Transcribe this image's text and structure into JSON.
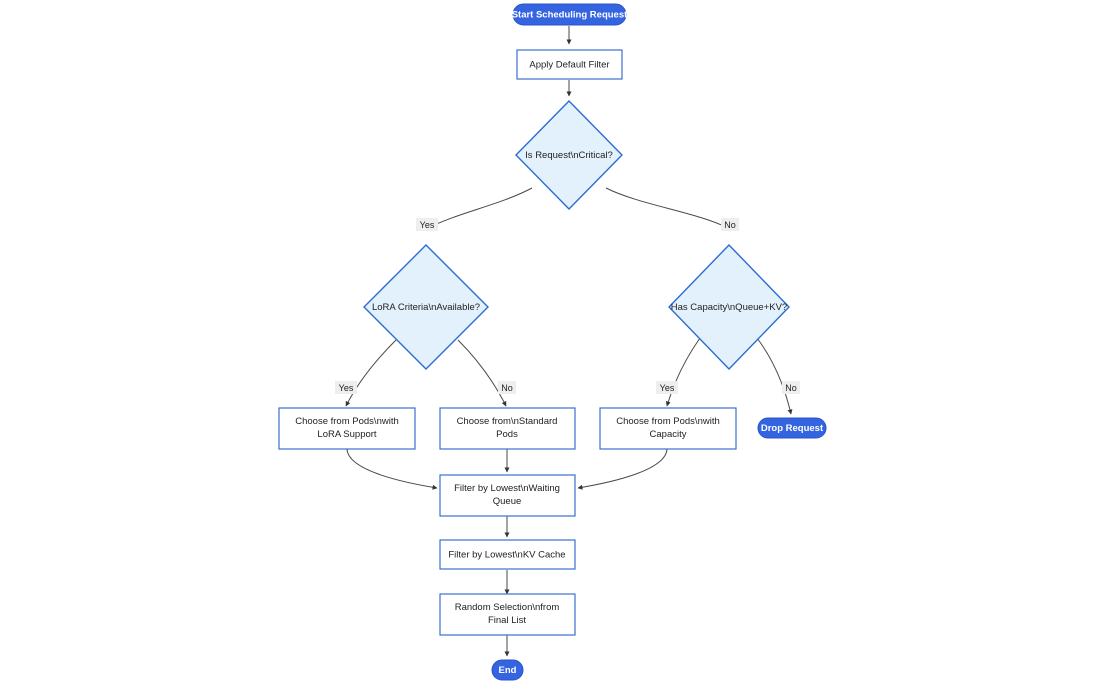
{
  "diagram": {
    "type": "flowchart",
    "direction": "top-down",
    "background": "#ffffff",
    "colors": {
      "terminal_fill": "#3464e0",
      "terminal_text": "#ffffff",
      "process_fill": "#ffffff",
      "process_border": "#3c6fd0",
      "decision_fill": "#e3f1fd",
      "decision_border": "#2b6cd4",
      "edge_stroke": "#4a4a4a",
      "edge_label_bg": "#eeeeee"
    },
    "nodes": [
      {
        "id": "start",
        "shape": "stadium",
        "label": "Start Scheduling Request"
      },
      {
        "id": "default",
        "shape": "rect",
        "label": "Apply Default Filter"
      },
      {
        "id": "critical",
        "shape": "diamond",
        "label": "Is Request\\nCritical?"
      },
      {
        "id": "lora",
        "shape": "diamond",
        "label": "LoRA Criteria\\nAvailable?"
      },
      {
        "id": "capacity",
        "shape": "diamond",
        "label": "Has Capacity\\nQueue+KV?"
      },
      {
        "id": "pods_lora",
        "shape": "rect",
        "label": "Choose from Pods\\nwith LoRA Support",
        "line1": "Choose from Pods\\nwith",
        "line2": "LoRA Support"
      },
      {
        "id": "pods_std",
        "shape": "rect",
        "label": "Choose from\\nStandard Pods",
        "line1": "Choose from\\nStandard",
        "line2": "Pods"
      },
      {
        "id": "pods_cap",
        "shape": "rect",
        "label": "Choose from Pods\\nwith Capacity",
        "line1": "Choose from Pods\\nwith",
        "line2": "Capacity"
      },
      {
        "id": "drop",
        "shape": "stadium",
        "label": "Drop Request"
      },
      {
        "id": "wait_queue",
        "shape": "rect",
        "label": "Filter by Lowest\\nWaiting Queue",
        "line1": "Filter by Lowest\\nWaiting",
        "line2": "Queue"
      },
      {
        "id": "kv_cache",
        "shape": "rect",
        "label": "Filter by Lowest\\nKV Cache"
      },
      {
        "id": "random",
        "shape": "rect",
        "label": "Random Selection\\nfrom Final List",
        "line1": "Random Selection\\nfrom",
        "line2": "Final List"
      },
      {
        "id": "end",
        "shape": "stadium",
        "label": "End"
      }
    ],
    "edges": [
      {
        "from": "start",
        "to": "default",
        "label": ""
      },
      {
        "from": "default",
        "to": "critical",
        "label": ""
      },
      {
        "from": "critical",
        "to": "lora",
        "label": "Yes"
      },
      {
        "from": "critical",
        "to": "capacity",
        "label": "No"
      },
      {
        "from": "lora",
        "to": "pods_lora",
        "label": "Yes"
      },
      {
        "from": "lora",
        "to": "pods_std",
        "label": "No"
      },
      {
        "from": "capacity",
        "to": "pods_cap",
        "label": "Yes"
      },
      {
        "from": "capacity",
        "to": "drop",
        "label": "No"
      },
      {
        "from": "pods_lora",
        "to": "wait_queue",
        "label": ""
      },
      {
        "from": "pods_std",
        "to": "wait_queue",
        "label": ""
      },
      {
        "from": "pods_cap",
        "to": "wait_queue",
        "label": ""
      },
      {
        "from": "wait_queue",
        "to": "kv_cache",
        "label": ""
      },
      {
        "from": "kv_cache",
        "to": "random",
        "label": ""
      },
      {
        "from": "random",
        "to": "end",
        "label": ""
      }
    ],
    "edge_labels": {
      "critical_yes": "Yes",
      "critical_no": "No",
      "lora_yes": "Yes",
      "lora_no": "No",
      "capacity_yes": "Yes",
      "capacity_no": "No"
    }
  }
}
